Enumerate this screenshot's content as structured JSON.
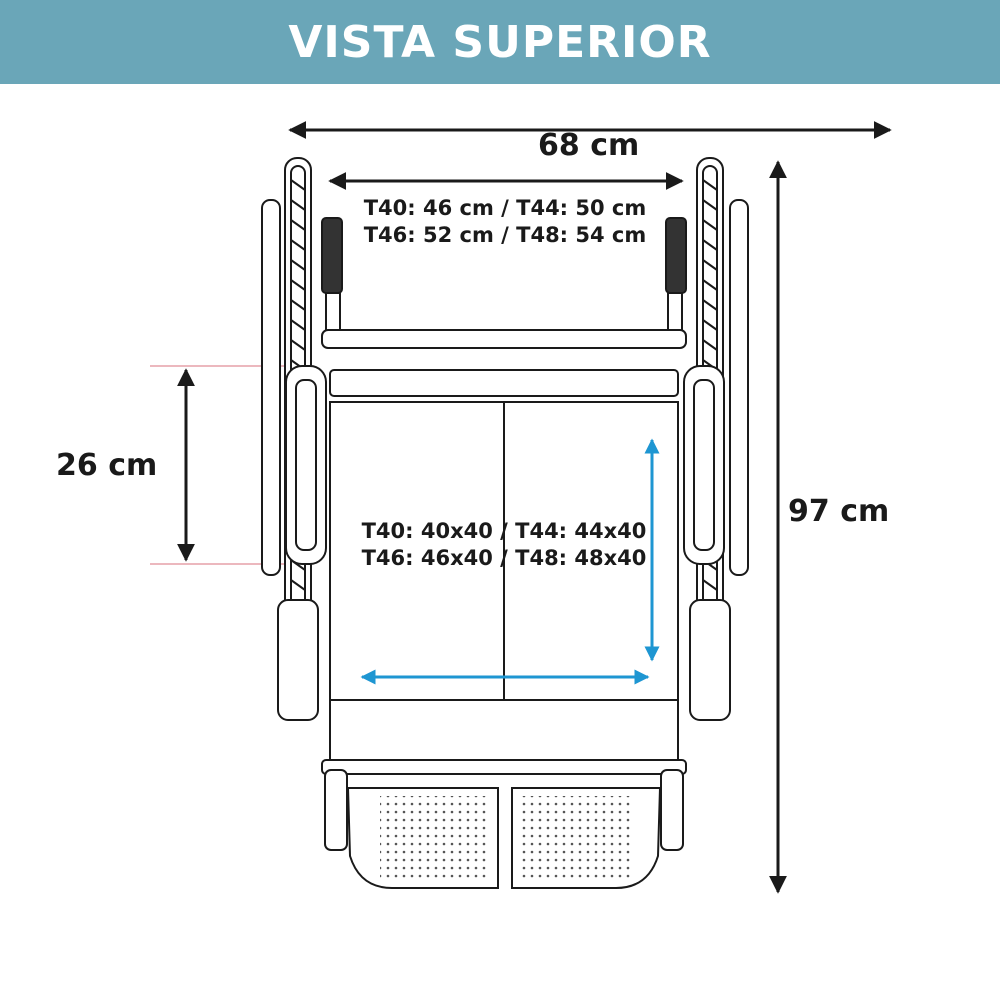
{
  "header": {
    "title": "VISTA SUPERIOR"
  },
  "dimensions": {
    "overall_width": "68 cm",
    "overall_length": "97 cm",
    "armrest_length": "26 cm",
    "seat_width_line1": "T40: 46 cm / T44: 50 cm",
    "seat_width_line2": "T46: 52 cm / T48: 54 cm",
    "seat_size_line1": "T40: 40x40 / T44: 44x40",
    "seat_size_line2": "T46: 46x40 / T48: 48x40"
  },
  "colors": {
    "header_bg": "#6aa6b8",
    "header_text": "#ffffff",
    "seat_arrows": "#1e96d2",
    "guide_lines": "#e6a0a8",
    "outline": "#1a1a1a"
  }
}
